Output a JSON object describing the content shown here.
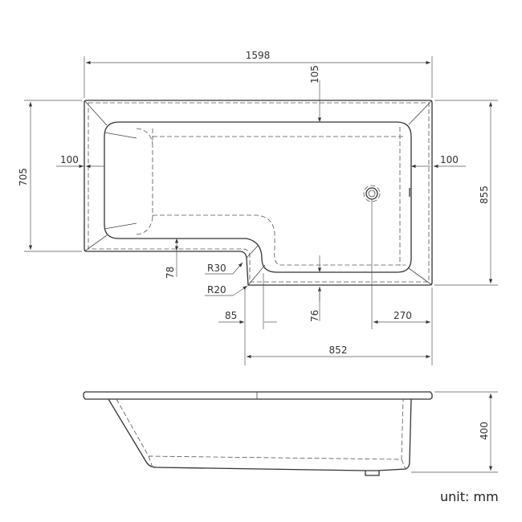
{
  "dimensions": {
    "overall_length": "1598",
    "top_rim": "105",
    "left_rim": "100",
    "right_rim": "100",
    "width_narrow": "705",
    "width_wide": "855",
    "bottom_rim_left": "78",
    "radius_outer": "R30",
    "radius_inner": "R20",
    "step_offset": "85",
    "bottom_rim_right": "76",
    "waste_offset": "270",
    "wide_section_length": "852",
    "depth": "400"
  },
  "unit_label": "unit: mm"
}
